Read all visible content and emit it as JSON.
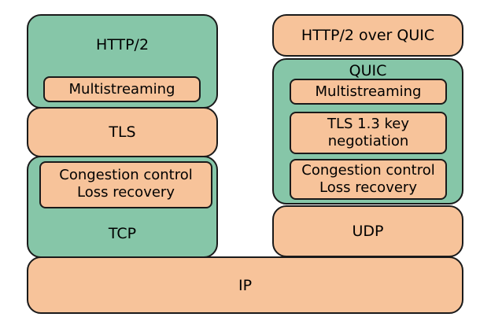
{
  "colors": {
    "green": "#86c6a8",
    "orange": "#f7c39a",
    "stroke": "#1a1a1a"
  },
  "left_stack": {
    "http2": "HTTP/2",
    "multistreaming": "Multistreaming",
    "tls": "TLS",
    "congestion_control": "Congestion control",
    "loss_recovery": "Loss recovery",
    "tcp": "TCP"
  },
  "right_stack": {
    "http2_over_quic": "HTTP/2 over QUIC",
    "quic": "QUIC",
    "multistreaming": "Multistreaming",
    "tls13_line1": "TLS 1.3 key",
    "tls13_line2": "negotiation",
    "congestion_control": "Congestion control",
    "loss_recovery": "Loss recovery",
    "udp": "UDP"
  },
  "ip": "IP"
}
